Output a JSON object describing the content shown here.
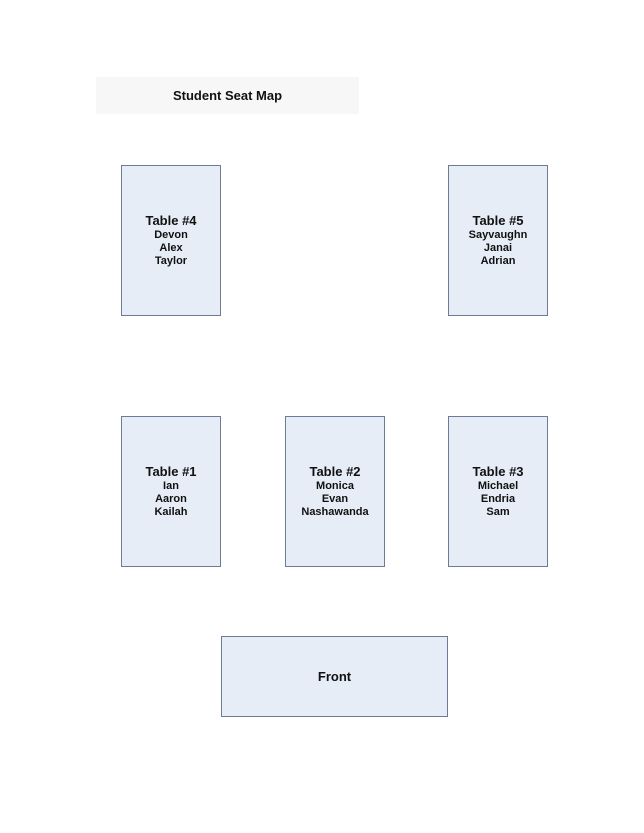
{
  "title": "Student Seat Map",
  "tables": [
    {
      "name": "Table #4",
      "students": [
        "Devon",
        "Alex",
        "Taylor"
      ]
    },
    {
      "name": "Table #5",
      "students": [
        "Sayvaughn",
        "Janai",
        "Adrian"
      ]
    },
    {
      "name": "Table #1",
      "students": [
        "Ian",
        "Aaron",
        "Kailah"
      ]
    },
    {
      "name": "Table #2",
      "students": [
        "Monica",
        "Evan",
        "Nashawanda"
      ]
    },
    {
      "name": "Table #3",
      "students": [
        "Michael",
        "Endria",
        "Sam"
      ]
    }
  ],
  "front_label": "Front",
  "colors": {
    "table_fill": "#e6edf7",
    "table_border": "#6d7b94",
    "title_fill": "#f7f7f7"
  }
}
